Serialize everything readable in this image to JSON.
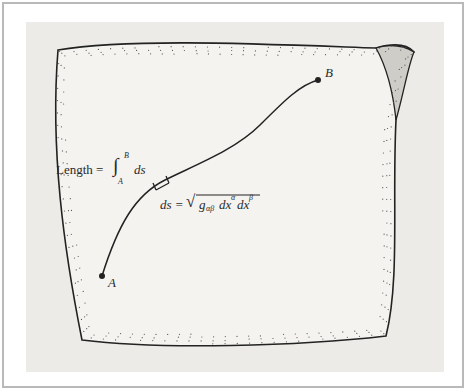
{
  "diagram": {
    "labels": [
      "B",
      "A",
      "Length =",
      "∫",
      "B",
      "A",
      "ds",
      "ds =",
      "√",
      "g",
      "αβ",
      "dx",
      "α",
      "dx",
      "β"
    ]
  }
}
